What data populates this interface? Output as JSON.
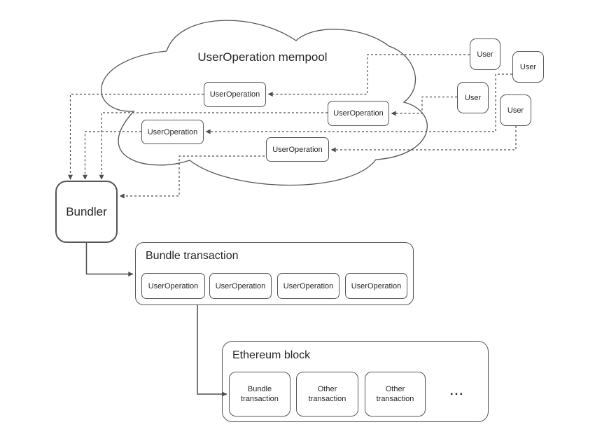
{
  "diagram": {
    "colors": {
      "background": "#ffffff",
      "stroke": "#4d4d4d",
      "shape_border": "#565656",
      "text": "#262626"
    },
    "mempool": {
      "title": "UserOperation mempool",
      "nodes": [
        "UserOperation",
        "UserOperation",
        "UserOperation",
        "UserOperation"
      ]
    },
    "users": [
      "User",
      "User",
      "User",
      "User"
    ],
    "bundler": {
      "label": "Bundler"
    },
    "bundle_transaction": {
      "title": "Bundle transaction",
      "nodes": [
        "UserOperation",
        "UserOperation",
        "UserOperation",
        "UserOperation"
      ]
    },
    "ethereum_block": {
      "title": "Ethereum block",
      "nodes": [
        "Bundle transaction",
        "Other transaction",
        "Other transaction"
      ],
      "ellipsis": "..."
    },
    "edges": [
      {
        "from": "user-1",
        "to": "mempool-userop-1",
        "style": "dashed"
      },
      {
        "from": "user-2",
        "to": "mempool-userop-2",
        "style": "dashed"
      },
      {
        "from": "user-3",
        "to": "mempool-userop-3",
        "style": "dashed"
      },
      {
        "from": "user-4",
        "to": "mempool-userop-4",
        "style": "dashed"
      },
      {
        "from": "mempool-userop-1",
        "to": "bundler",
        "style": "dashed"
      },
      {
        "from": "mempool-userop-2",
        "to": "bundler",
        "style": "dashed"
      },
      {
        "from": "mempool-userop-3",
        "to": "bundler",
        "style": "dashed"
      },
      {
        "from": "mempool-userop-4",
        "to": "bundler",
        "style": "dashed"
      },
      {
        "from": "bundler",
        "to": "bundle-transaction",
        "style": "solid"
      },
      {
        "from": "bundle-transaction",
        "to": "ethereum-block",
        "style": "solid"
      }
    ]
  }
}
